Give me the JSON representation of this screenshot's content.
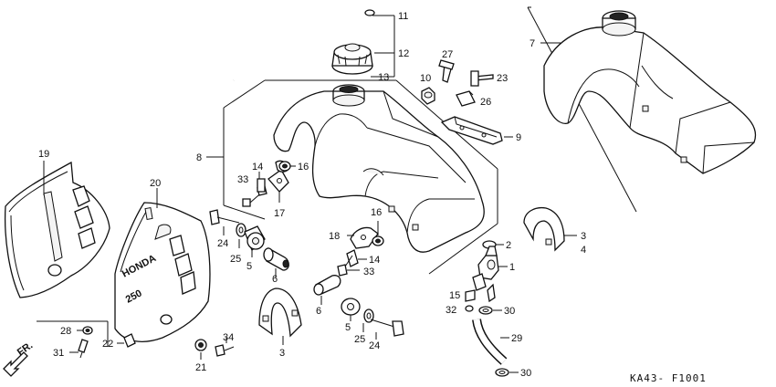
{
  "labels": {
    "p1": "1",
    "p2": "2",
    "p3": "3",
    "p4": "4",
    "p5a": "5",
    "p5b": "5",
    "p6a": "6",
    "p6b": "6",
    "p7": "7",
    "p8": "8",
    "p9": "9",
    "p10": "10",
    "p11": "11",
    "p12": "12",
    "p13": "13",
    "p14a": "14",
    "p14b": "14",
    "p15": "15",
    "p16a": "16",
    "p16b": "16",
    "p17": "17",
    "p18": "18",
    "p19": "19",
    "p20": "20",
    "p21": "21",
    "p22": "22",
    "p23": "23",
    "p24a": "24",
    "p24b": "24",
    "p25a": "25",
    "p25b": "25",
    "p26": "26",
    "p27": "27",
    "p28": "28",
    "p29": "29",
    "p30a": "30",
    "p30b": "30",
    "p31": "31",
    "p32": "32",
    "p33a": "33",
    "p33b": "33",
    "p34": "34"
  },
  "shroud_text": {
    "brand": "HONDA",
    "model": "250"
  },
  "direction_label": "FR.",
  "diagram_code": "KA43- F1001"
}
